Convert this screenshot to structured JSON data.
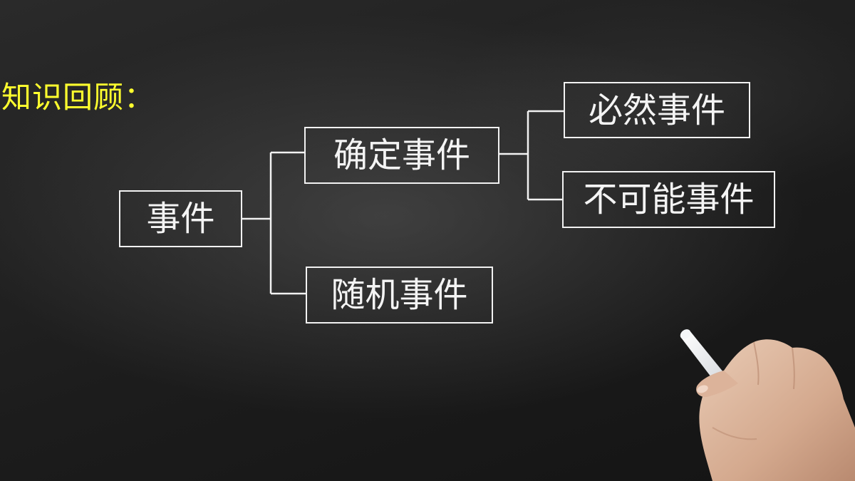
{
  "slide": {
    "heading": "知识回顾：",
    "heading_color": "#ffff2e"
  },
  "diagram": {
    "root": "事件",
    "branches": {
      "certain": "确定事件",
      "random": "随机事件"
    },
    "certain_children": {
      "sure": "必然事件",
      "impossible": "不可能事件"
    },
    "line_color": "#f2f2f2"
  },
  "decor": {
    "hand_chalk": "hand-holding-chalk-icon"
  }
}
